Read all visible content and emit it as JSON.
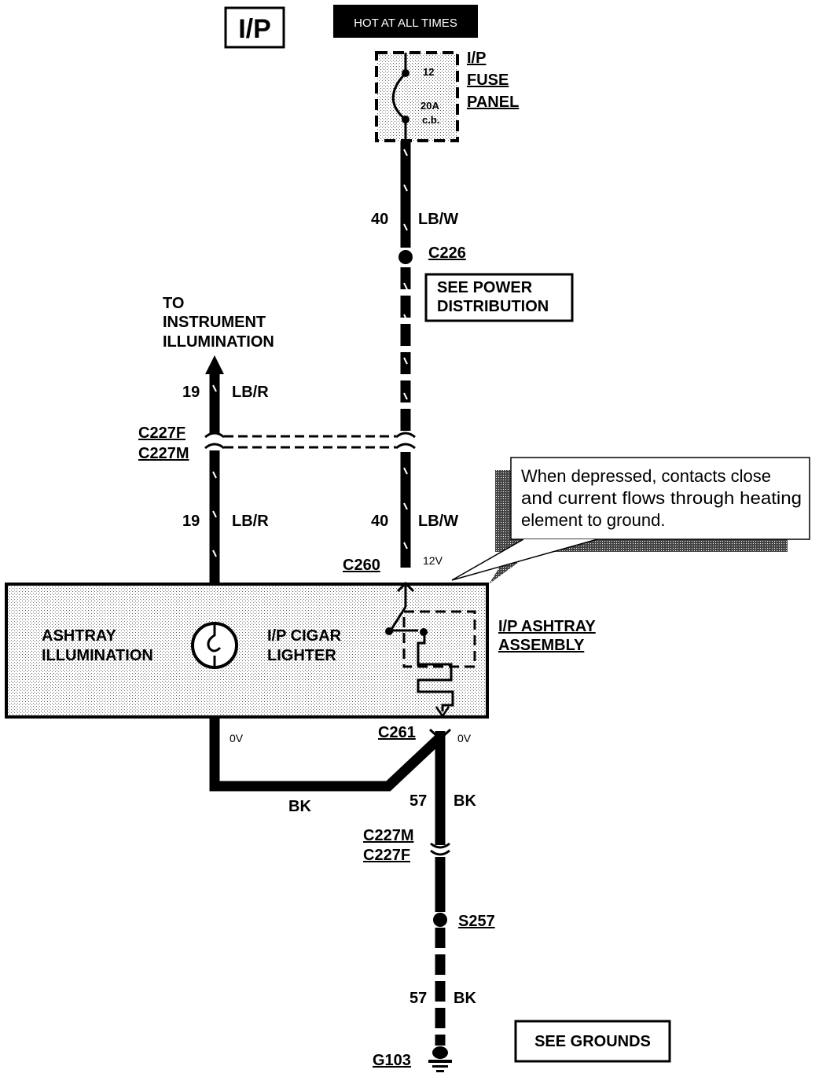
{
  "header": {
    "section_label": "I/P",
    "hot_at_all_times": "HOT AT ALL TIMES"
  },
  "fuse_panel": {
    "fuse_number": "12",
    "rating_line1": "20A",
    "rating_line2": "c.b.",
    "label_line1": "I/P",
    "label_line2": "FUSE",
    "label_line3": "PANEL"
  },
  "wires": {
    "w40_top": {
      "circuit": "40",
      "color": "LB/W"
    },
    "w40_mid": {
      "circuit": "40",
      "color": "LB/W"
    },
    "w19_top": {
      "circuit": "19",
      "color": "LB/R"
    },
    "w19_mid": {
      "circuit": "19",
      "color": "LB/R"
    },
    "ground_bk": {
      "color": "BK"
    },
    "w57_top": {
      "circuit": "57",
      "color": "BK"
    },
    "w57_bottom": {
      "circuit": "57",
      "color": "BK"
    }
  },
  "connectors": {
    "c226": "C226",
    "c227f_top": "C227F",
    "c227m_top": "C227M",
    "c260": "C260",
    "c261": "C261",
    "c227m_bottom": "C227M",
    "c227f_bottom": "C227F",
    "s257": "S257",
    "g103": "G103"
  },
  "voltages": {
    "c260_voltage": "12V",
    "illum_voltage": "0V",
    "c261_voltage": "0V"
  },
  "references": {
    "power_line1": "SEE POWER",
    "power_line2": "DISTRIBUTION",
    "grounds": "SEE GROUNDS"
  },
  "destination": {
    "line1": "TO",
    "line2": "INSTRUMENT",
    "line3": "ILLUMINATION"
  },
  "assembly": {
    "illum_line1": "ASHTRAY",
    "illum_line2": "ILLUMINATION",
    "lighter_line1": "I/P CIGAR",
    "lighter_line2": "LIGHTER",
    "name_line1": "I/P ASHTRAY",
    "name_line2": "ASSEMBLY"
  },
  "callout": {
    "line1": "When depressed, contacts close",
    "line2": "and current flows through heating",
    "line3": "element to ground."
  }
}
